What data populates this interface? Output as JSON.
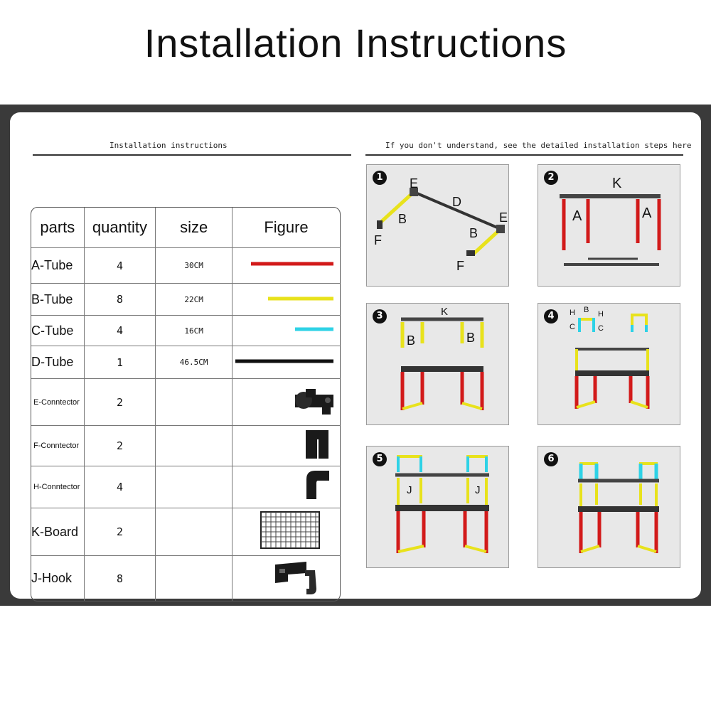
{
  "title": "Installation Instructions",
  "left_heading": "Installation instructions",
  "right_heading": "If you don't understand, see the detailed installation steps here",
  "table": {
    "headers": [
      "parts",
      "quantity",
      "size",
      "Figure"
    ],
    "rows": [
      {
        "part": "A-Tube",
        "quantity": "4",
        "size": "30CM",
        "figure": "red-tube",
        "color": "#d21a1a"
      },
      {
        "part": "B-Tube",
        "quantity": "8",
        "size": "22CM",
        "figure": "yellow-tube",
        "color": "#e8e21c"
      },
      {
        "part": "C-Tube",
        "quantity": "4",
        "size": "16CM",
        "figure": "cyan-tube",
        "color": "#2ed2e6"
      },
      {
        "part": "D-Tube",
        "quantity": "1",
        "size": "46.5CM",
        "figure": "black-tube",
        "color": "#111111"
      },
      {
        "part": "E-Conntector",
        "quantity": "2",
        "size": "",
        "figure": "e-connector-icon"
      },
      {
        "part": "F-Conntector",
        "quantity": "2",
        "size": "",
        "figure": "f-connector-icon"
      },
      {
        "part": "H-Conntector",
        "quantity": "4",
        "size": "",
        "figure": "h-connector-icon"
      },
      {
        "part": "K-Board",
        "quantity": "2",
        "size": "",
        "figure": "k-board-icon"
      },
      {
        "part": "J-Hook",
        "quantity": "8",
        "size": "",
        "figure": "j-hook-icon"
      }
    ]
  },
  "steps": [
    {
      "number": "1",
      "labels": [
        "E",
        "D",
        "B",
        "E",
        "B",
        "F",
        "F"
      ]
    },
    {
      "number": "2",
      "labels": [
        "K",
        "A",
        "A"
      ]
    },
    {
      "number": "3",
      "labels": [
        "K",
        "B",
        "B"
      ]
    },
    {
      "number": "4",
      "labels": [
        "H",
        "B",
        "H",
        "C",
        "C"
      ]
    },
    {
      "number": "5",
      "labels": [
        "J",
        "J"
      ]
    },
    {
      "number": "6",
      "labels": []
    }
  ]
}
